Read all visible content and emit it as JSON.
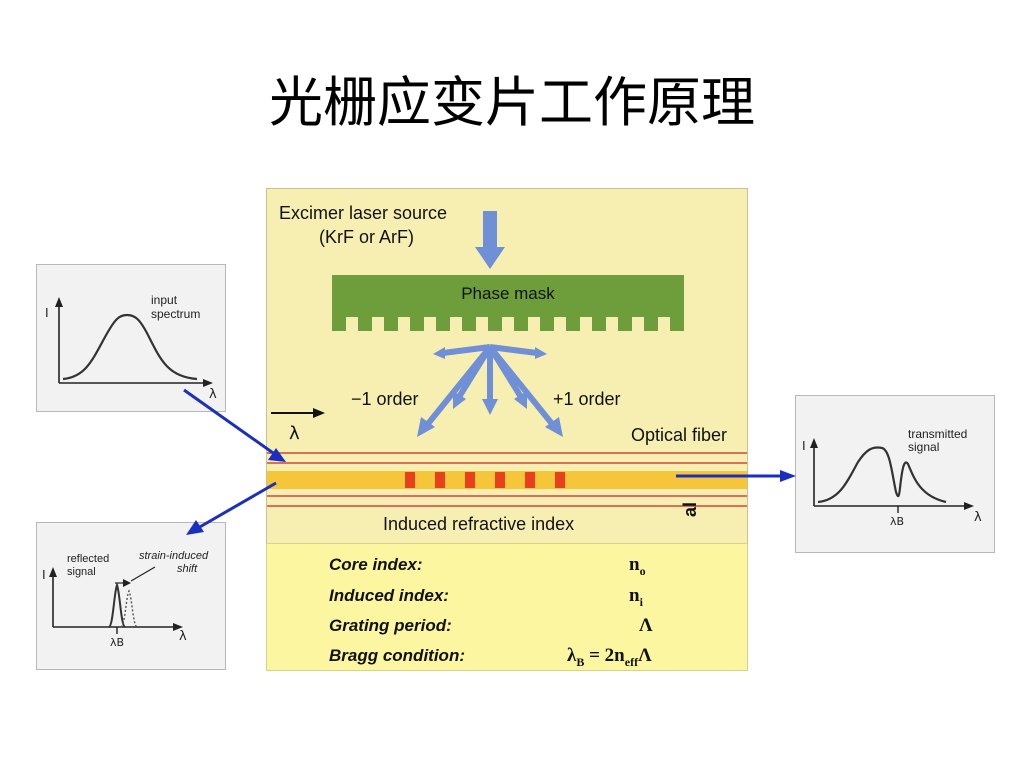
{
  "slide": {
    "title": "光栅应变片工作原理"
  },
  "input_panel": {
    "label_line1": "input",
    "label_line2": "spectrum",
    "y_axis": "I",
    "x_axis": "λ"
  },
  "transmitted_panel": {
    "label_line1": "transmitted",
    "label_line2": "signal",
    "y_axis": "I",
    "x_axis": "λ",
    "bragg_label": "λB"
  },
  "reflected_panel": {
    "label_line1": "reflected",
    "label_line2": "signal",
    "shift_line1": "strain-induced",
    "shift_line2": "shift",
    "y_axis": "I",
    "x_axis": "λ",
    "bragg_label": "λB"
  },
  "diagram": {
    "laser_line1": "Excimer laser source",
    "laser_line2": "(KrF or ArF)",
    "phase_mask": "Phase mask",
    "minus_order": "−1 order",
    "plus_order": "+1 order",
    "lambda": "λ",
    "optical_fiber": "Optical fiber",
    "induced_index": "Induced refractive index",
    "cut_text": "al",
    "colors": {
      "background": "#f7efb2",
      "phase_mask": "#6e9e3c",
      "beam": "#6f8fd6",
      "fiber_core": "#f5c63a",
      "fiber_line": "#d2453c",
      "grating": "#e8401f",
      "arrow": "#1a2ec0"
    }
  },
  "info_box": {
    "rows": [
      {
        "key": "Core index:",
        "value": "n",
        "sub": "o"
      },
      {
        "key": "Induced index:",
        "value": "n",
        "sub": "i"
      },
      {
        "key": "Grating period:",
        "value": "Λ",
        "sub": ""
      },
      {
        "key": "Bragg condition:",
        "value": "λ",
        "sub": "B",
        "rest": " = 2n",
        "sub2": "eff",
        "tail": "Λ"
      }
    ]
  }
}
